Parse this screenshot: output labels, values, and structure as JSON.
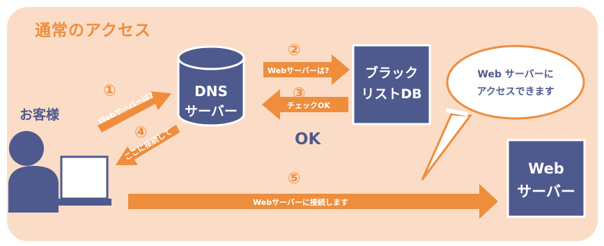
{
  "title": "通常のアクセス",
  "customer": {
    "label": "お客様"
  },
  "dns_server": {
    "line1": "DNS",
    "line2": "サーバー"
  },
  "blacklist_db": {
    "line1": "ブラック",
    "line2": "リストDB"
  },
  "web_server": {
    "line1": "Web",
    "line2": "サーバー"
  },
  "speech_bubble": {
    "line1": "Web サーバーに",
    "line2": "アクセスできます"
  },
  "steps": [
    {
      "number": "①",
      "text": "Webサーバーは?"
    },
    {
      "number": "②",
      "text": "Webサーバーは?"
    },
    {
      "number": "③",
      "text": "チェックOK"
    },
    {
      "number": "④",
      "text": "ここに接続して"
    },
    {
      "number": "⑤",
      "text": "Webサーバーに接続します"
    }
  ],
  "ok_label": "OK",
  "colors": {
    "background": "#fbdcc6",
    "accent": "#ee8d3c",
    "node_fill": "#4e5a8e",
    "node_border": "#ffffff"
  }
}
